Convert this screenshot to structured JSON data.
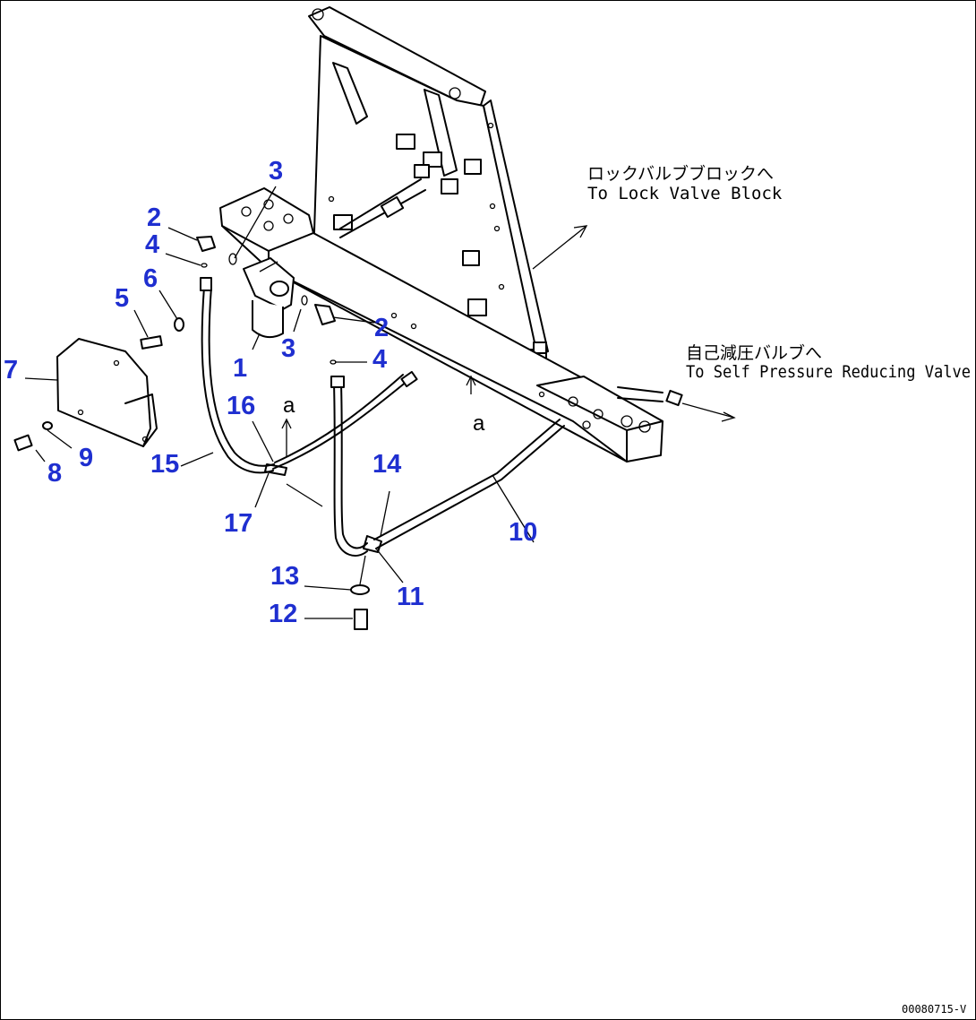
{
  "callouts": [
    "1",
    "2",
    "2",
    "3",
    "3",
    "4",
    "4",
    "5",
    "6",
    "7",
    "8",
    "9",
    "10",
    "11",
    "12",
    "13",
    "14",
    "15",
    "16",
    "17"
  ],
  "annotations": {
    "lock_valve_jp": "ロックバルブブロックへ",
    "lock_valve_en": "To Lock Valve Block",
    "self_pressure_jp": "自己減圧バルブへ",
    "self_pressure_en": "To Self Pressure Reducing Valve",
    "view_a_1": "a",
    "view_a_2": "a"
  },
  "drawing_code": "00080715-V"
}
